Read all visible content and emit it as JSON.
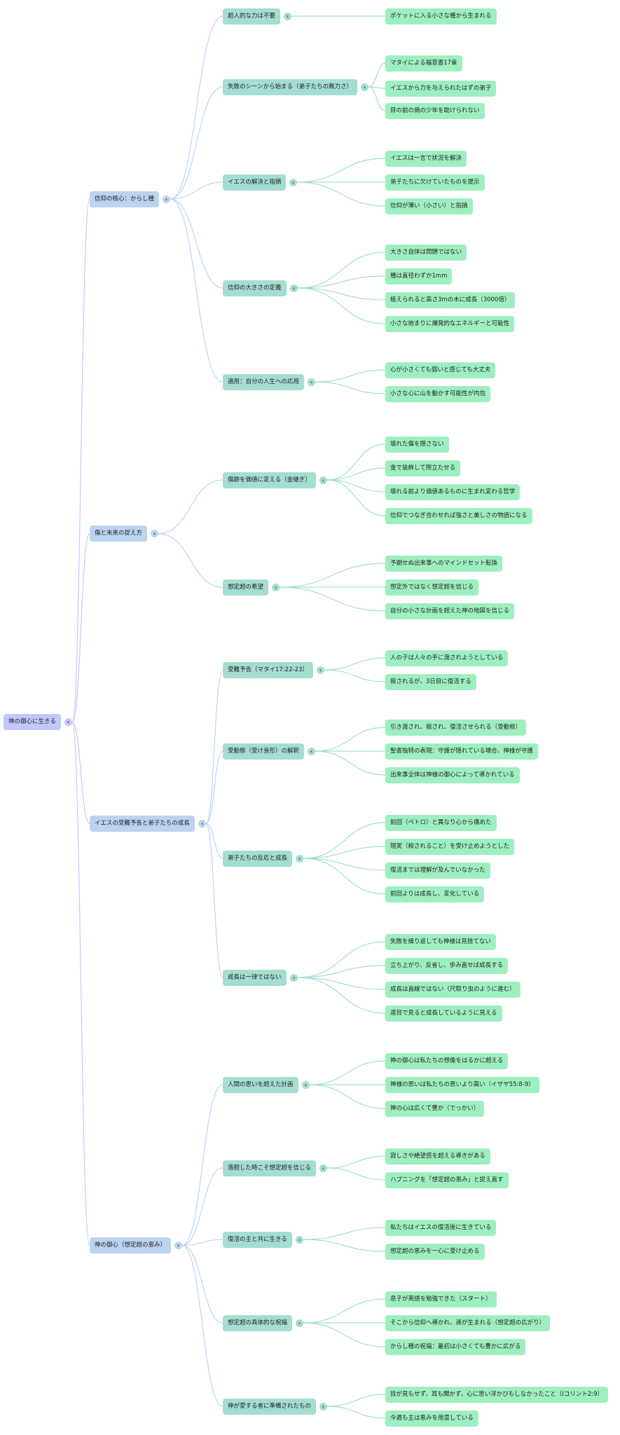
{
  "colors": {
    "root": "#c2c8fb",
    "level1": "#bcd3f0",
    "level2": "#a4ddd2",
    "level3": "#9eefc0",
    "edge_root": "#c2c8fb",
    "edge_level1": "#bcd3f0",
    "edge_level2": "#a4ddd2"
  },
  "toggle_icon": "‹",
  "mindmap": {
    "label": "神の御心に生きる",
    "children": [
      {
        "label": "信仰の核心：からし種",
        "children": [
          {
            "label": "超人的な力は不要",
            "children": [
              "ポケットに入る小さな種から生まれる"
            ]
          },
          {
            "label": "失敗のシーンから始まる（弟子たちの無力さ）",
            "children": [
              "マタイによる福音書17章",
              "イエスから力を与えられたはずの弟子",
              "目の前の病の少年を助けられない"
            ]
          },
          {
            "label": "イエスの解決と指摘",
            "children": [
              "イエスは一言で状況を解決",
              "弟子たちに欠けていたものを提示",
              "信仰が薄い（小さい）と指摘"
            ]
          },
          {
            "label": "信仰の大きさの定義",
            "children": [
              "大きさ自体は問題ではない",
              "種は直径わずか1mm",
              "植えられると高さ3mの木に成長（3000倍）",
              "小さな始まりに爆発的なエネルギーと可能性"
            ]
          },
          {
            "label": "適用：自分の人生への応用",
            "children": [
              "心が小さくても弱いと感じても大丈夫",
              "小さな心に山を動かす可能性が内包"
            ]
          }
        ]
      },
      {
        "label": "傷と未来の捉え方",
        "children": [
          {
            "label": "傷跡を価値に変える（金継ぎ）",
            "children": [
              "壊れた傷を隠さない",
              "金で装飾して際立たせる",
              "壊れる前より価値あるものに生まれ変わる哲学",
              "信仰でつなぎ合わせれば強さと美しさの物語になる"
            ]
          },
          {
            "label": "想定超の希望",
            "children": [
              "予期せぬ出来事へのマインドセット転換",
              "想定外ではなく想定超を信じる",
              "自分の小さな計画を超えた神の地図を信じる"
            ]
          }
        ]
      },
      {
        "label": "イエスの受難予告と弟子たちの成長",
        "children": [
          {
            "label": "受難予告（マタイ17:22-23）",
            "children": [
              "人の子は人々の手に渡されようとしている",
              "殺されるが、3日目に復活する"
            ]
          },
          {
            "label": "受動態（受け身形）の解釈",
            "children": [
              "引き渡され、殺され、復活させられる（受動態）",
              "聖書独特の表現：守護が隠れている場合、神様が守護",
              "出来事全体は神様の御心によって導かれている"
            ]
          },
          {
            "label": "弟子たちの反応と成長",
            "children": [
              "前回（ペトロ）と異なり心から痛めた",
              "現実（殺されること）を受け止めようとした",
              "復活までは理解が及んでいなかった",
              "前回よりは成長し、変化している"
            ]
          },
          {
            "label": "成長は一律ではない",
            "children": [
              "失敗を繰り返しても神様は見捨てない",
              "立ち上がり、反省し、歩み直せば成長する",
              "成長は直線ではない（尺取り虫のように進む）",
              "遠目で見ると成長しているように見える"
            ]
          }
        ]
      },
      {
        "label": "神の御心（想定超の恵み）",
        "children": [
          {
            "label": "人間の思いを超えた計画",
            "children": [
              "神の御心は私たちの想像をはるかに超える",
              "神様の思いは私たちの思いより高い（イザヤ55:8-9）",
              "神の心は広くて豊か（でっかい）"
            ]
          },
          {
            "label": "落胆した時こそ想定超を信じる",
            "children": [
              "寂しさや絶望感を超える導きがある",
              "ハプニングを「想定超の恵み」と捉え直す"
            ]
          },
          {
            "label": "復活の主と共に生きる",
            "children": [
              "私たちはイエスの復活後に生きている",
              "想定超の恵みを一心に受け止める"
            ]
          },
          {
            "label": "想定超の具体的な祝福",
            "children": [
              "息子が英語を勉強できた（スタート）",
              "そこから信仰へ導かれ、孫が生まれる（想定超の広がり）",
              "からし種の祝福：最初は小さくても豊かに広がる"
            ]
          },
          {
            "label": "神が愛する者に準備されたもの",
            "children": [
              "目が見もせず、耳も聞かず、心に思い浮かびもしなかったこと（Iコリント2:9）",
              "今週も主は恵みを用意している"
            ]
          }
        ]
      }
    ]
  }
}
